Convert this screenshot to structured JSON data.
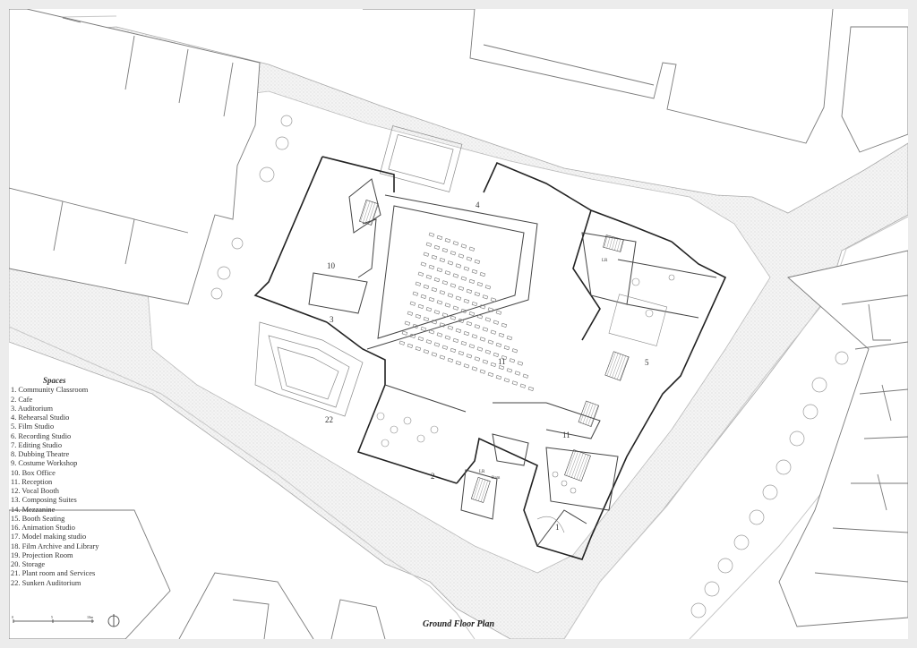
{
  "legend": {
    "title": "Spaces",
    "items": [
      "1. Community Classroom",
      "2. Cafe",
      "3. Auditorium",
      "4. Rehearsal Studio",
      "5. Film Studio",
      "6. Recording Studio",
      "7. Editing Studio",
      "8. Dubbing Theatre",
      "9. Costume Workshop",
      "10. Box Office",
      "11. Reception",
      "12. Vocal Booth",
      "13. Composing Suites",
      "14. Mezzanine",
      "15. Booth Seating",
      "16. Animation Studio",
      "17. Model making studio",
      "18. Film Archive and Library",
      "19. Projection Room",
      "20. Storage",
      "21. Plant room and Services",
      "22. Sunken Auditorium"
    ]
  },
  "plan_title": "Ground Floor Plan",
  "room_labels": {
    "r1": "1",
    "r2": "2",
    "r3": "3",
    "r4": "4",
    "r5": "5",
    "r10": "10",
    "r11a": "11",
    "r11b": "11",
    "r22": "22",
    "lift_a": "LR",
    "lift_b": "LR",
    "wc": "Ram"
  },
  "scale": {
    "t0": "0",
    "t1": "5",
    "t2": "10m"
  }
}
